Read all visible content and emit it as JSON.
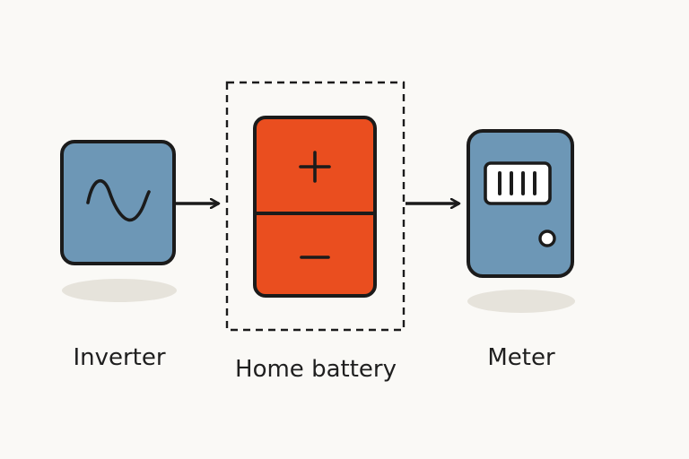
{
  "colors": {
    "background": "#faf9f6",
    "stroke": "#1b1b1b",
    "inverter_fill": "#6d97b6",
    "battery_fill": "#ea4e1f",
    "meter_fill": "#6d97b6",
    "shadow": "#e6e3db",
    "display_fill": "#ffffff"
  },
  "nodes": [
    {
      "id": "inverter",
      "label": "Inverter",
      "icon": "sine-wave-icon"
    },
    {
      "id": "home-battery",
      "label": "Home battery",
      "icon": "battery-icon",
      "outline": "dashed"
    },
    {
      "id": "meter",
      "label": "Meter",
      "icon": "meter-display-icon"
    }
  ],
  "edges": [
    {
      "from": "inverter",
      "to": "home-battery",
      "direction": "forward"
    },
    {
      "from": "home-battery",
      "to": "meter",
      "direction": "forward"
    }
  ],
  "battery": {
    "positive_symbol": "+",
    "negative_symbol": "−"
  }
}
